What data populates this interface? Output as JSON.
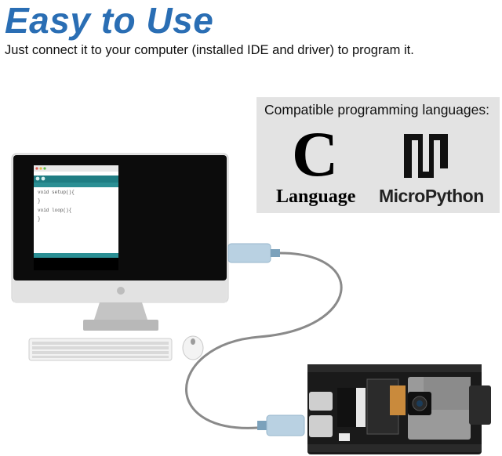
{
  "header": {
    "title": "Easy to Use",
    "subtitle": "Just connect it to your computer (installed IDE and driver) to program it."
  },
  "languages": {
    "heading": "Compatible programming languages:",
    "c_letter": "C",
    "c_label": "Language",
    "micropython_label": "MicroPython"
  },
  "ide_code": [
    "void setup(){",
    "}",
    "void loop(){",
    "}"
  ],
  "colors": {
    "title_blue": "#2a6eb4",
    "ide_teal": "#2b8f94",
    "panel_gray": "#e3e3e3",
    "board_black": "#1a1a1a"
  },
  "icons": [
    "computer-monitor-icon",
    "keyboard-icon",
    "mouse-icon",
    "usb-cable-icon",
    "esp32-board-icon",
    "micropython-logo-icon"
  ]
}
